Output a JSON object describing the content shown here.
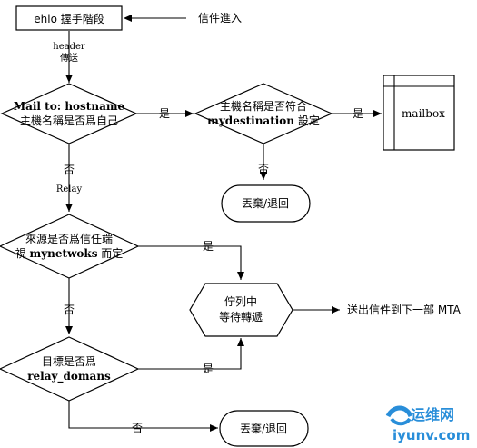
{
  "nodes": {
    "start": "ehlo 握手階段",
    "incoming": "信件進入",
    "header_line1": "header",
    "header_line2": "傳送",
    "decision1_line1": "Mail to: hostname",
    "decision1_line2": "主機名稱是否爲自己",
    "decision2_line1": "主機名稱是否符合",
    "decision2_line2_bold": "mydestination",
    "decision2_line2_rest": " 設定",
    "mailbox": "mailbox",
    "discard1": "丟棄/退回",
    "decision3_line1": "來源是否爲信任端",
    "decision3_line2_pre": "視 ",
    "decision3_line2_bold": "mynetwoks",
    "decision3_line2_post": " 而定",
    "queue_line1": "佇列中",
    "queue_line2": "等待轉遞",
    "send_out": "送出信件到下一部 MTA",
    "decision4_line1": "目標是否爲",
    "decision4_line2": "relay_domans",
    "discard2": "丟棄/退回"
  },
  "labels": {
    "yes1": "是",
    "yes2": "是",
    "no1": "否",
    "relay": "Relay",
    "no2": "否",
    "yes3": "是",
    "no3": "否",
    "yes4": "是",
    "no4": "否"
  },
  "watermark": {
    "cn": "运维网",
    "url": "iyunv.com",
    "color": "#1e88d8"
  }
}
